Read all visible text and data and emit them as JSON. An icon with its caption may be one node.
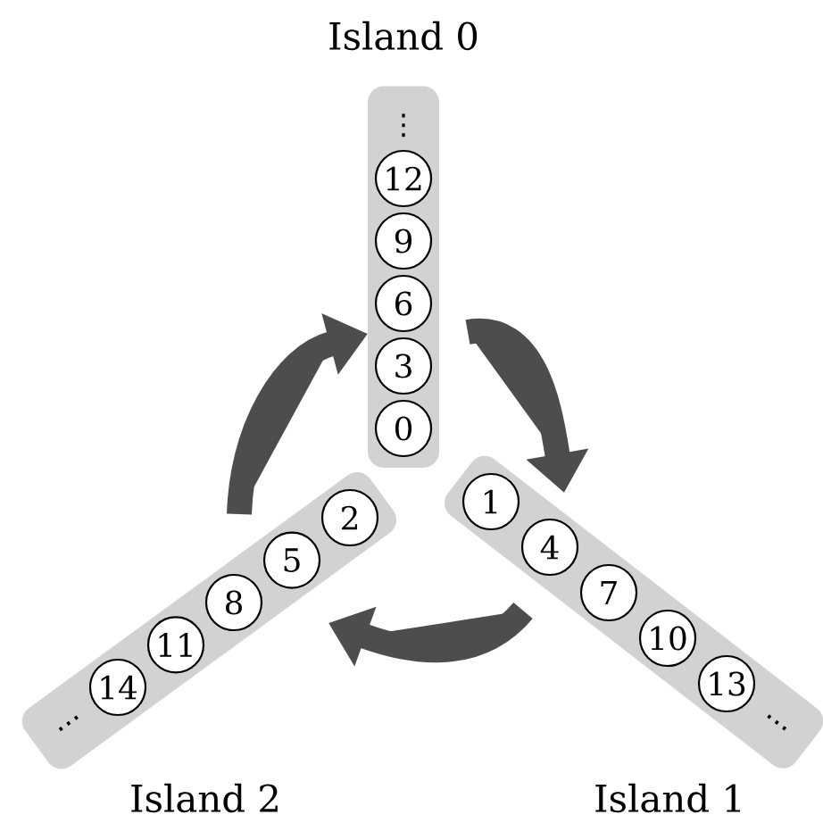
{
  "diagram": {
    "nodes": [
      {
        "text": [
          "Island 0"
        ]
      },
      {
        "text": [
          "12"
        ],
        "in": 0
      },
      {
        "text": [
          "9"
        ],
        "in": 0
      },
      {
        "text": [
          "6"
        ],
        "in": 0
      },
      {
        "text": [
          "3"
        ],
        "in": 0
      },
      {
        "text": [
          "0"
        ],
        "in": 0
      },
      {
        "text": [
          "Island 1"
        ]
      },
      {
        "text": [
          "1"
        ],
        "in": 6
      },
      {
        "text": [
          "4"
        ],
        "in": 6
      },
      {
        "text": [
          "7"
        ],
        "in": 6
      },
      {
        "text": [
          "10"
        ],
        "in": 6
      },
      {
        "text": [
          "13"
        ],
        "in": 6
      },
      {
        "text": [
          "Island 2"
        ]
      },
      {
        "text": [
          "2"
        ],
        "in": 12
      },
      {
        "text": [
          "5"
        ],
        "in": 12
      },
      {
        "text": [
          "8"
        ],
        "in": 12
      },
      {
        "text": [
          "11"
        ],
        "in": 12
      },
      {
        "text": [
          "14"
        ],
        "in": 12
      }
    ],
    "edges": [
      {
        "from": 0,
        "to": 6,
        "arrow": "to"
      },
      {
        "from": 6,
        "to": 12,
        "arrow": "to"
      },
      {
        "from": 12,
        "to": 0,
        "arrow": "to"
      }
    ],
    "labels": [
      "⋮",
      "…",
      "…"
    ]
  }
}
